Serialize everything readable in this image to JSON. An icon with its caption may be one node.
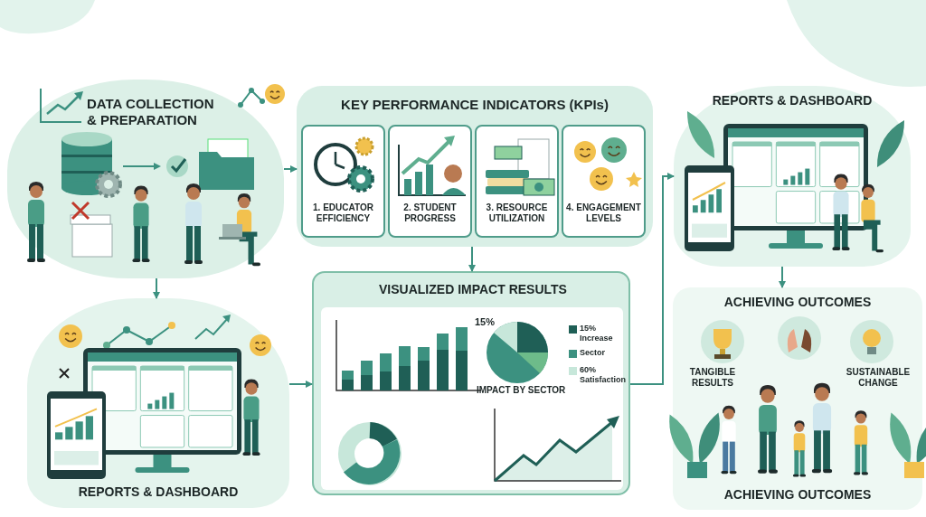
{
  "diagram": {
    "nodes": [
      {
        "text": [
          "DATA COLLECTION & PREPARATION"
        ]
      },
      {
        "text": [
          "KEY PERFORMANCE INDICATORS (KPIs)"
        ]
      },
      {
        "text": [
          "1. EDUCATOR EFFICIENCY"
        ],
        "in": 1
      },
      {
        "text": [
          "2. STUDENT PROGRESS"
        ],
        "in": 1
      },
      {
        "text": [
          "3. RESOURCE UTILIZATION"
        ],
        "in": 1
      },
      {
        "text": [
          "4. ENGAGEMENT LEVELS"
        ],
        "in": 1
      },
      {
        "text": [
          "VISUALIZED IMPACT RESULTS"
        ]
      },
      {
        "text": [
          "REPORTS & DASHBOARD"
        ]
      },
      {
        "text": [
          "REPORTS & DASHBOARD"
        ]
      },
      {
        "text": [
          "ACHIEVING OUTCOMES",
          "TANGIBLE RESULTS",
          "SUSTAINABLE CHANGE",
          "ACHIEVING OUTCOMES"
        ]
      }
    ],
    "edges": [
      {
        "from": 0,
        "to": 1,
        "arrow": "to"
      },
      {
        "from": 0,
        "to": 7,
        "arrow": "to"
      },
      {
        "from": 1,
        "to": 6,
        "arrow": "to"
      },
      {
        "from": 7,
        "to": 6,
        "arrow": "to"
      },
      {
        "from": 6,
        "to": 8,
        "arrow": "to"
      },
      {
        "from": 8,
        "to": 9,
        "arrow": "to"
      }
    ],
    "labels": [
      "15%",
      "IMPACT BY SECTOR"
    ],
    "legend": [
      {
        "text": "15% Increase",
        "color": "#1f5f56"
      },
      {
        "text": "Sector",
        "color": "#3c9180"
      },
      {
        "text": "60% Satisfaction",
        "color": "#c7e7da"
      }
    ]
  }
}
